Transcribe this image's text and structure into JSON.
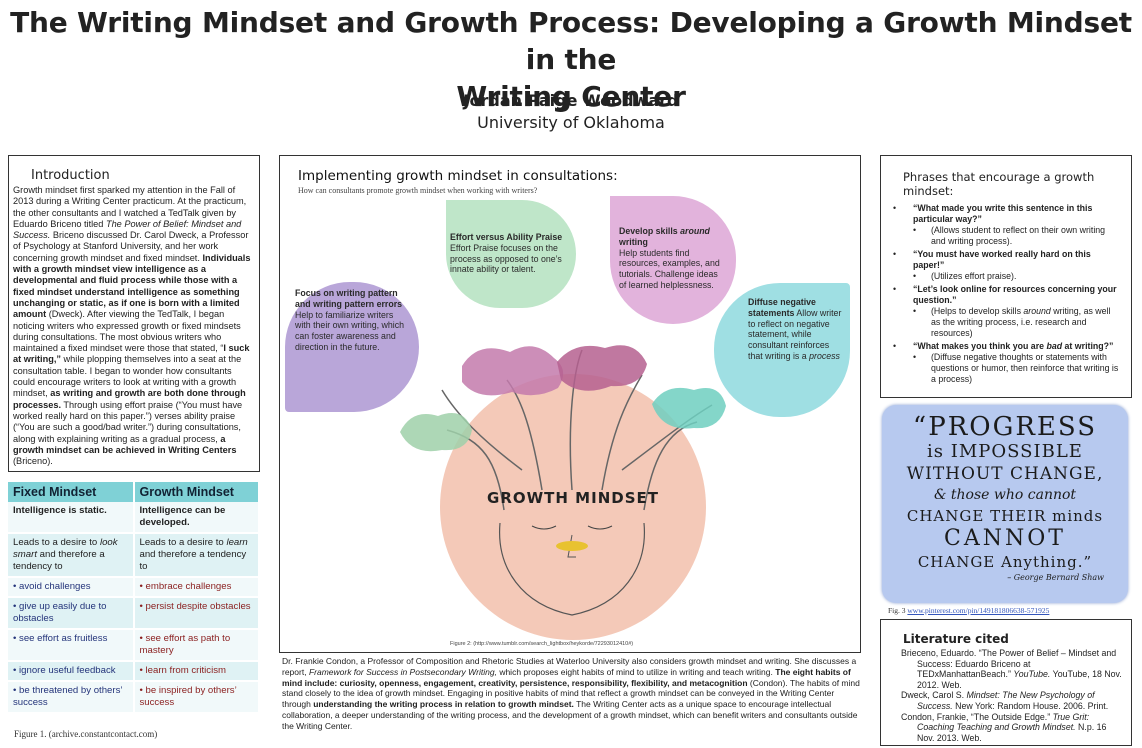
{
  "poster": {
    "title_line1": "The Writing Mindset and Growth Process: Developing a Growth Mindset in the",
    "title_line2": "Writing Center",
    "author": "Jordan Paige Woodward",
    "affiliation": "University of Oklahoma"
  },
  "introduction": {
    "heading": "Introduction",
    "p1": "Growth mindset first sparked my attention in the Fall of 2013 during a Writing Center practicum. At the practicum, the other consultants and I watched a TedTalk  given by Eduardo Briceno titled ",
    "p1_italic": "The Power of Belief: Mindset and Success.",
    "p2": " Briceno discussed Dr. Carol Dweck, a Professor of Psychology at Stanford University, and her work concerning growth mindset and fixed mindset. ",
    "p2_bold": "Individuals with a growth mindset view intelligence as a developmental and fluid process while those with a fixed mindset understand intelligence as something unchanging or static, as if one is born with a limited amount",
    "p3": " (Dweck). After viewing the TedTalk, I began noticing writers who expressed growth or fixed mindsets during consultations. The most obvious writers who maintained a fixed mindset were those that stated, “",
    "p3_bold": "I suck at writing,”",
    "p4": " while plopping themselves into a seat at the consultation table. I began to wonder how consultants could encourage writers to look at writing with a growth mindset, ",
    "p4_bold": "as writing and growth are both done through processes.",
    "p5": " Through using effort praise (“You must have worked really hard on this paper.”) verses ability praise (“You are such a good/bad writer.”) during consultations, along with explaining writing as a gradual process, ",
    "p5_bold": "a growth mindset can be achieved in Writing Centers",
    "p6": " (Briceno)."
  },
  "mindset_table": {
    "headers": [
      "Fixed Mindset",
      "Growth Mindset"
    ],
    "row1": [
      "Intelligence is static.",
      "Intelligence can be developed."
    ],
    "row2_fixed_a": "Leads to a desire to ",
    "row2_fixed_i": "look smart",
    "row2_fixed_b": " and therefore a tendency to",
    "row2_growth_a": "Leads to a desire to ",
    "row2_growth_i": "learn",
    "row2_growth_b": " and therefore a tendency to",
    "rows": [
      [
        "• avoid challenges",
        "• embrace challenges"
      ],
      [
        "• give up easily due to obstacles",
        "• persist despite obstacles"
      ],
      [
        "• see effort as fruitless",
        "• see effort as path to mastery"
      ],
      [
        "• ignore useful feedback",
        "• learn from criticism"
      ],
      [
        "• be threatened by others’ success",
        "• be inspired by others’ success"
      ]
    ],
    "caption": "Figure 1. (archive.constantcontact.com)"
  },
  "center": {
    "title": "Implementing growth mindset in consultations:",
    "subtitle": "How can consultants promote growth mindset when working with writers?",
    "drops": [
      {
        "bold": "Focus on writing pattern and writing pattern errors",
        "text": "Help to familiarize writers with their own writing, which can foster awareness and direction in the future.",
        "color": "#b9a6d9"
      },
      {
        "bold": "Effort versus Ability Praise",
        "text": "Effort Praise focuses on the process as opposed to one’s innate ability or talent.",
        "color": "#bfe6c9"
      },
      {
        "bold_a": "Develop skills ",
        "bold_i": "around",
        "bold_b": " writing",
        "text": "Help students find resources, examples, and tutorials. Challenge ideas of learned helplessness.",
        "color": "#e2b3dc"
      },
      {
        "bold": "Diffuse negative statements",
        "text_a": " Allow writer to reflect on negative statement, while consultant reinforces that writing is a ",
        "text_i": "process",
        "color": "#9fdfe3"
      }
    ],
    "image_text": "GROWTH MINDSET",
    "figure_caption": "Figure 2: (http://www.tumblr.com/search_lightbox/heykorde/72293012410#)",
    "bottom_a": "Dr. Frankie Condon, a Professor of Composition and Rhetoric Studies at Waterloo University also considers growth mindset and writing. She discusses a report, ",
    "bottom_i": "Framework for Success in Postsecondary Writing,",
    "bottom_b": " which proposes eight habits of mind to utilize in writing and teach writing. ",
    "bottom_bold": "The eight habits of mind include: curiosity, openness, engagement, creativity, persistence, responsibility, flexibility, and metacognition",
    "bottom_c": " (Condon). The habits of mind stand closely to the idea of growth mindset. Engaging in positive habits of mind that reflect a growth mindset can be conveyed in the Writing Center through ",
    "bottom_bold2": "understanding the writing process in relation to growth mindset.",
    "bottom_d": " The Writing Center acts as a unique space to encourage intellectual collaboration, a deeper understanding of the writing process, and the development of a growth mindset, which can benefit writers and consultants outside the Writing Center."
  },
  "phrases": {
    "heading": "Phrases that encourage a growth mindset:",
    "q1": "“What made you write this sentence in this particular way?”",
    "c1": "(Allows student to reflect on their own writing and writing process).",
    "q2": "“You must have worked really hard on this paper!”",
    "c2": "(Utilizes effort praise).",
    "q3": "“Let’s look online for resources concerning your question.”",
    "c3_a": "(Helps to develop skills ",
    "c3_i": "around",
    "c3_b": " writing, as well as the writing process, i.e. research and resources)",
    "q4_a": "“What makes you think you are ",
    "q4_i": "bad",
    "q4_b": " at writing?”",
    "c4": "(Diffuse negative thoughts or statements with questions or humor, then reinforce that writing is a process)"
  },
  "quote": {
    "l1": "“PROGRESS",
    "l2": "is IMPOSSIBLE",
    "l3": "WITHOUT CHANGE,",
    "l4": "& those who cannot",
    "l5": "CHANGE THEIR minds",
    "l6": "CANNOT",
    "l7": "CHANGE Anything.”",
    "attribution": "– George Bernard Shaw",
    "caption_prefix": "Fig. 3 ",
    "caption_link": "www.pinterest.com/pin/149181806638-571925"
  },
  "literature": {
    "heading": "Literature cited",
    "r1_a": "Brieceno, Eduardo. “The Power of Belief – Mindset and Success: Eduardo Briceno at TEDxManhattanBeach.” ",
    "r1_i": "YouTube.",
    "r1_b": " YouTube, 18 Nov. 2012. Web.",
    "r2_a": "Dweck, Carol S. ",
    "r2_i": "Mindset: The New Psychology of Success.",
    "r2_b": " New York: Random House. 2006. Print.",
    "r3_a": "Condon, Frankie, “The Outside Edge.” ",
    "r3_i": "True Grit: Coaching Teaching and Growth Mindset.",
    "r3_b": " N.p. 16 Nov. 2013. Web."
  },
  "colors": {
    "table_header": "#7fd1d6",
    "quote_bg": "#b7c9ef",
    "circle": "#f4c9b8"
  }
}
